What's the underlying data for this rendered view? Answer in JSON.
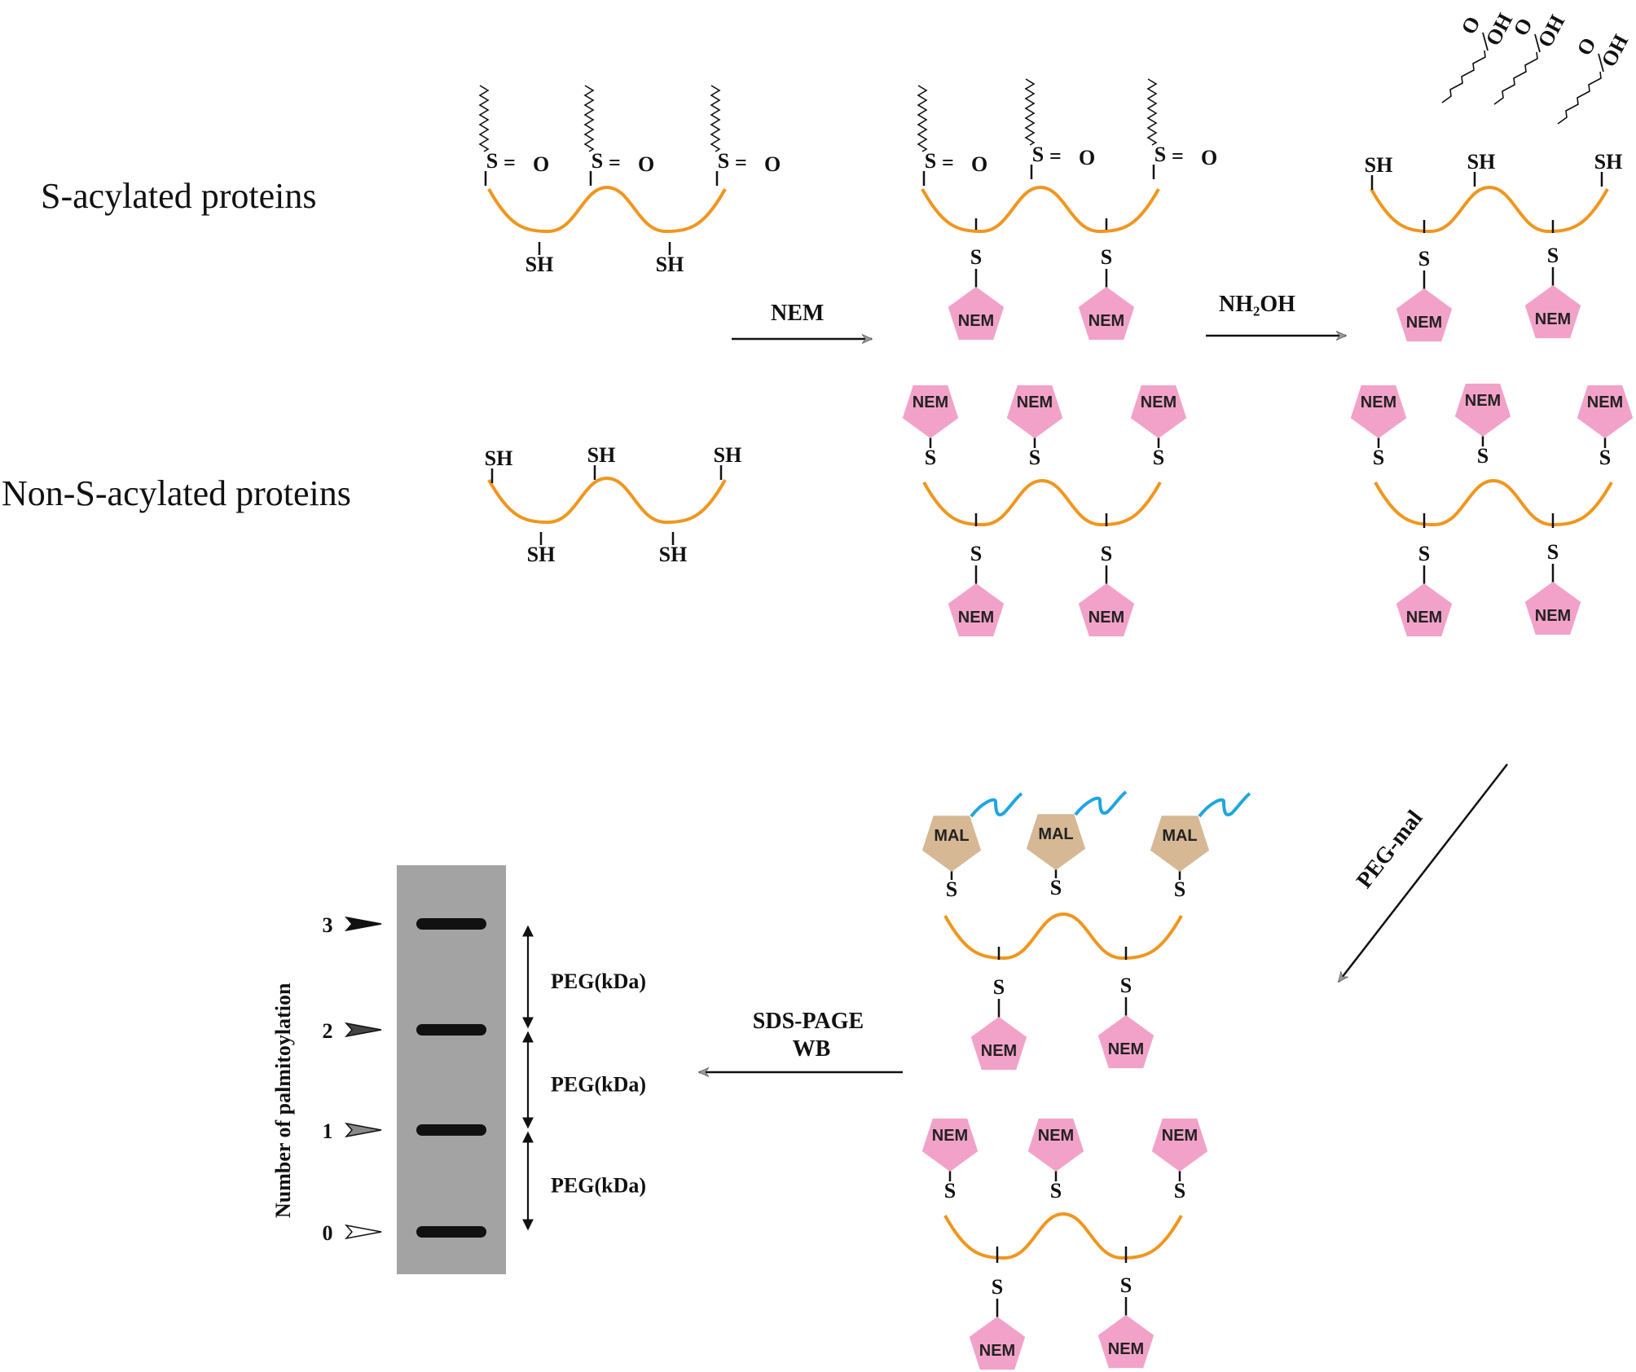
{
  "rows": {
    "s_acylated": "S-acylated proteins",
    "non_s_acylated": "Non-S-acylated proteins"
  },
  "atoms": {
    "sh": "SH",
    "s": "S",
    "so_eq": "S=O",
    "o": "O",
    "oh": "OH"
  },
  "tags": {
    "nem": "NEM",
    "mal": "MAL"
  },
  "steps": {
    "nem_block": "NEM",
    "hydroxylamine": "NH₂OH",
    "peg_mal": "PEG-mal",
    "sds_page": "SDS-PAGE",
    "wb": "WB"
  },
  "gel": {
    "axis_label": "Number of palmitoylation",
    "markers": [
      "3",
      "2",
      "1",
      "0"
    ],
    "spacing_label": "PEG(kDa)"
  },
  "colors": {
    "backbone": "#f0961e",
    "nem": "#f2a2c9",
    "mal": "#d6b894",
    "peg": "#1ea6e0",
    "gel": "#a3a3a3",
    "band": "#111111"
  }
}
